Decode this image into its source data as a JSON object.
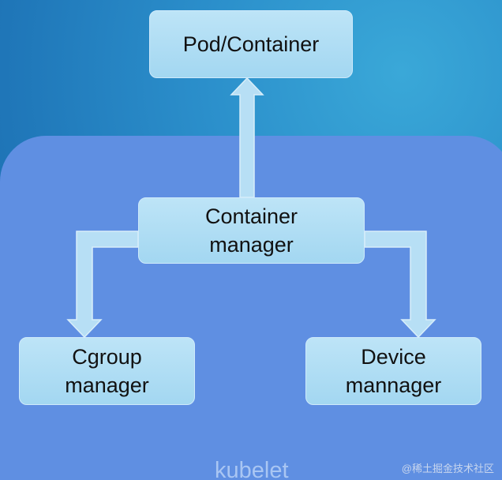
{
  "diagram": {
    "container_label": "kubelet",
    "nodes": {
      "pod_container": {
        "lines": [
          "Pod/Container"
        ]
      },
      "container_manager": {
        "lines": [
          "Container",
          "manager"
        ]
      },
      "cgroup_manager": {
        "lines": [
          "Cgroup",
          "manager"
        ]
      },
      "device_manager": {
        "lines": [
          "Device",
          "mannager"
        ]
      }
    },
    "edges": [
      {
        "from": "Container manager",
        "to": "Pod/Container"
      },
      {
        "from": "Container manager",
        "to": "Cgroup manager"
      },
      {
        "from": "Container manager",
        "to": "Device mannager"
      }
    ]
  },
  "watermark": "@稀土掘金技术社区",
  "colors": {
    "background": "#2b8fcb",
    "kubelet_region": "#5f8fe2",
    "node_fill": "#a3d7f1",
    "arrow_fill": "#b7dff5"
  }
}
